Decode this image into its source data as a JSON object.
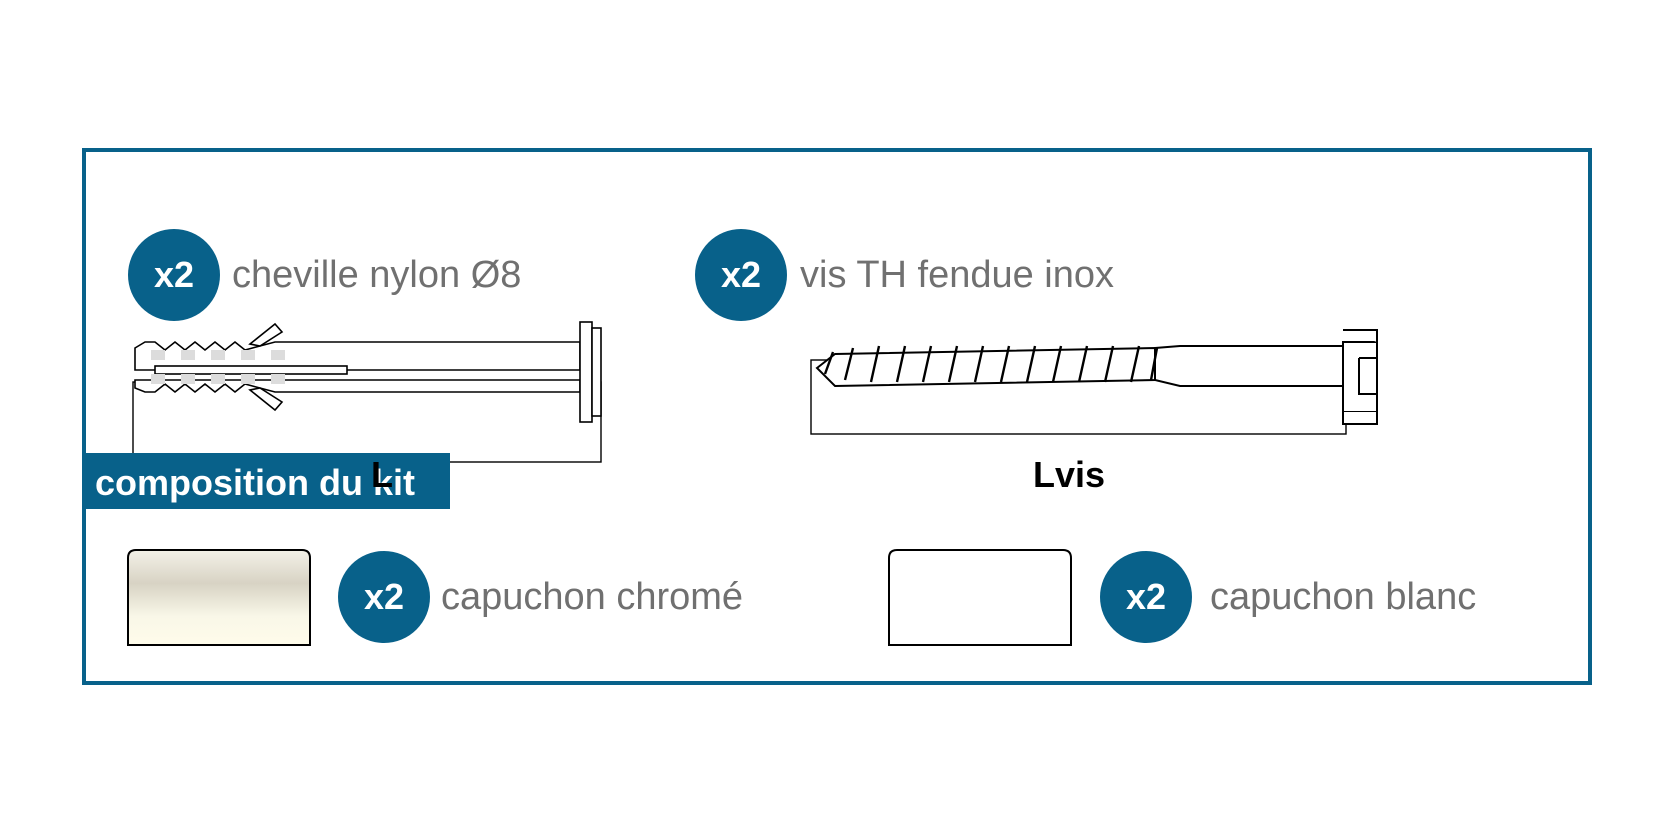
{
  "title": "composition du kit",
  "colors": {
    "accent": "#08618a",
    "label_gray": "#707070"
  },
  "items": [
    {
      "id": "cheville",
      "quantity": "x2",
      "name": "cheville nylon Ø8",
      "dimension_label": "L"
    },
    {
      "id": "vis",
      "quantity": "x2",
      "name": "vis TH fendue inox",
      "dimension_label": "Lvis"
    },
    {
      "id": "capuchon-chrome",
      "quantity": "x2",
      "name": "capuchon chromé"
    },
    {
      "id": "capuchon-blanc",
      "quantity": "x2",
      "name": "capuchon blanc"
    }
  ]
}
